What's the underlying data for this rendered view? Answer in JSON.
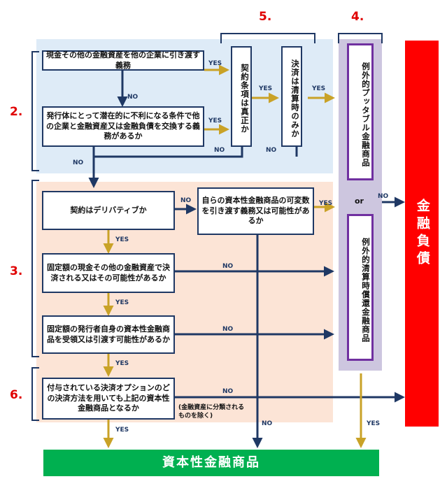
{
  "boxes": {
    "q1": "現金その他の金融資産を他の企業に引き渡す義務",
    "q2": "発行体にとって潜在的に不利になる条件で他の企業と金融資産又は金融負債を交換する義務があるか",
    "v1": "契約条項は真正か",
    "v2": "決済は清算時のみか",
    "p1": "例外的プッタブル金融商品",
    "p2": "例外的清算時償還金融商品",
    "or": "or",
    "q3": "契約はデリバティブか",
    "q4": "自らの資本性金融商品の可変数を引き渡す義務又は可能性があるか",
    "q5": "固定額の現金その他の金融資産で決済される又はその可能性があるか",
    "q6": "固定額の発行者自身の資本性金融商品を受領又は引渡す可能性があるか",
    "q7": "付与されている決済オプションのどの決済方法を用いても上記の資本性金融商品となるか",
    "liability": "金融負債",
    "equity": "資本性金融商品",
    "note": "(金融資産に分類されるものを除く)"
  },
  "labels": {
    "yes": "YES",
    "no": "NO"
  },
  "sections": {
    "s2": "2.",
    "s3": "3.",
    "s4": "4.",
    "s5": "5.",
    "s6": "6."
  },
  "colors": {
    "navy": "#1f3864",
    "gold": "#c9a227",
    "red": "#ff0000",
    "green": "#00b050",
    "blue_region": "#deebf7",
    "peach_region": "#fce4d6",
    "purple_region": "#cdc6df"
  }
}
